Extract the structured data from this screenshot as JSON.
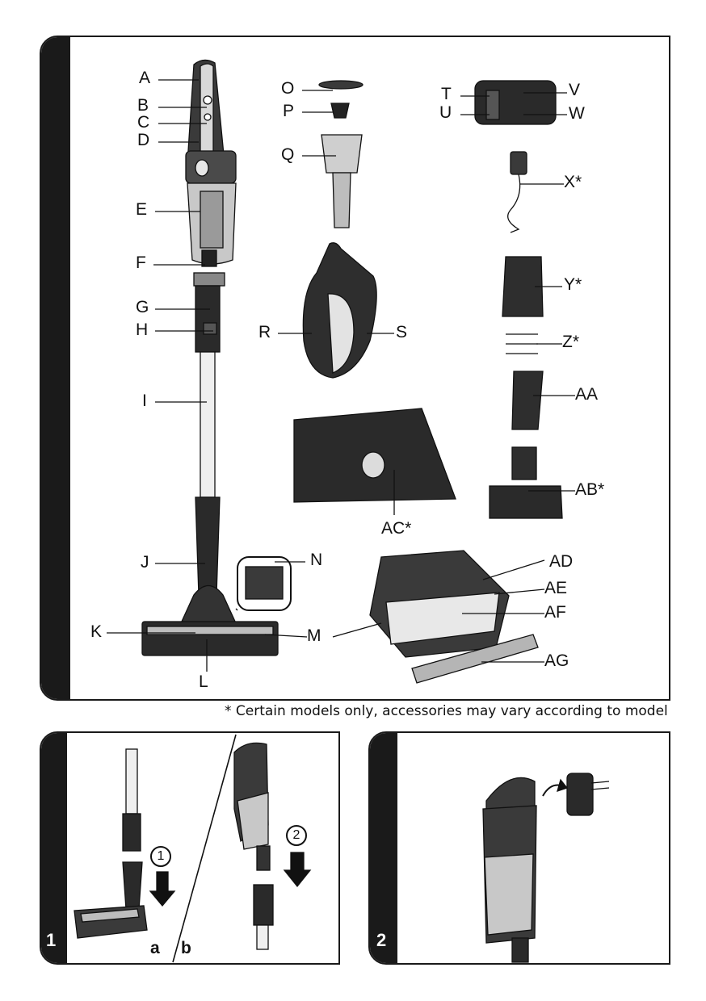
{
  "labels": {
    "A": "A",
    "B": "B",
    "C": "C",
    "D": "D",
    "E": "E",
    "F": "F",
    "G": "G",
    "H": "H",
    "I": "I",
    "J": "J",
    "K": "K",
    "L": "L",
    "M": "M",
    "N": "N",
    "O": "O",
    "P": "P",
    "Q": "Q",
    "R": "R",
    "S": "S",
    "T": "T",
    "U": "U",
    "V": "V",
    "W": "W",
    "X": "X*",
    "Y": "Y*",
    "Z": "Z*",
    "AA": "AA",
    "AB": "AB*",
    "AC": "AC*",
    "AD": "AD",
    "AE": "AE",
    "AF": "AF",
    "AG": "AG"
  },
  "footnote": "* Certain models only, accessories may vary according to model",
  "step1": {
    "number": "1",
    "sub_a": "a",
    "sub_b": "b",
    "circle_1": "①",
    "circle_2": "②"
  },
  "step2": {
    "number": "2"
  },
  "colors": {
    "ink": "#1a1a1a",
    "body_grey": "#4a4a4a",
    "silver": "#d9d9d9",
    "bin_tint": "#c8c8c8"
  }
}
